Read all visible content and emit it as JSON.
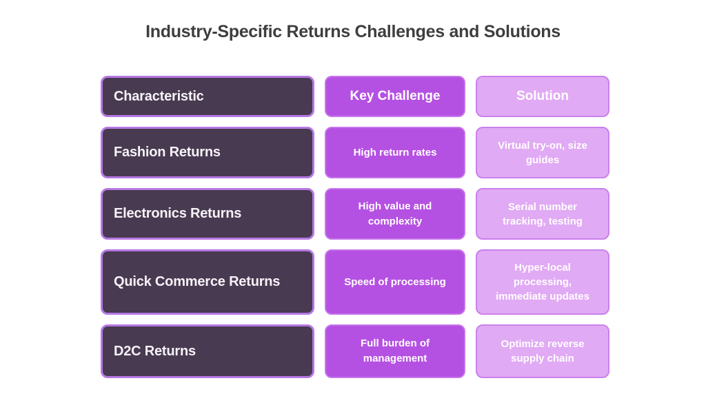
{
  "title": "Industry-Specific Returns Challenges and Solutions",
  "colors": {
    "title_color": "#3e3e3e",
    "dark_bg": "#483a50",
    "dark_border": "#b678e4",
    "dark_text": "#f7f2f8",
    "mid_bg": "#b551e2",
    "mid_border": "#c678ec",
    "light_bg": "#e1aaf4",
    "light_border": "#ca80ee"
  },
  "header": {
    "characteristic": "Characteristic",
    "challenge": "Key Challenge",
    "solution": "Solution"
  },
  "rows": [
    {
      "characteristic": "Fashion Returns",
      "challenge": "High return rates",
      "solution": "Virtual try-on, size guides"
    },
    {
      "characteristic": "Electronics Returns",
      "challenge": "High value and complexity",
      "solution": "Serial number tracking, testing"
    },
    {
      "characteristic": "Quick Commerce Returns",
      "challenge": "Speed of processing",
      "solution": "Hyper-local processing, immediate updates"
    },
    {
      "characteristic": "D2C Returns",
      "challenge": "Full burden of management",
      "solution": "Optimize reverse supply chain"
    }
  ]
}
